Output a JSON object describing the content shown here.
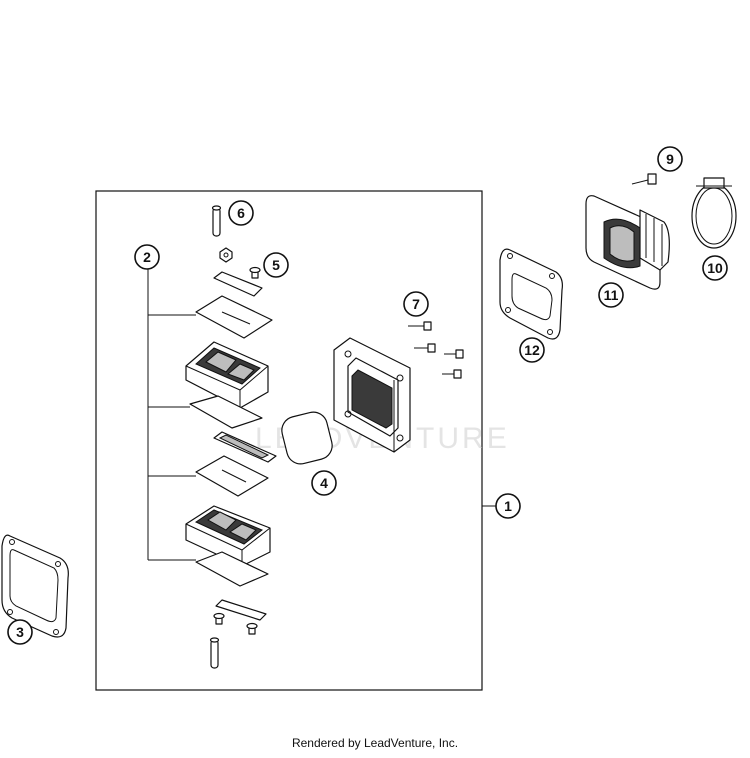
{
  "watermark": "LEADVENTURE",
  "footer": "Rendered by LeadVenture, Inc.",
  "callouts": [
    "1",
    "2",
    "3",
    "4",
    "5",
    "6",
    "7",
    "9",
    "10",
    "11",
    "12"
  ]
}
